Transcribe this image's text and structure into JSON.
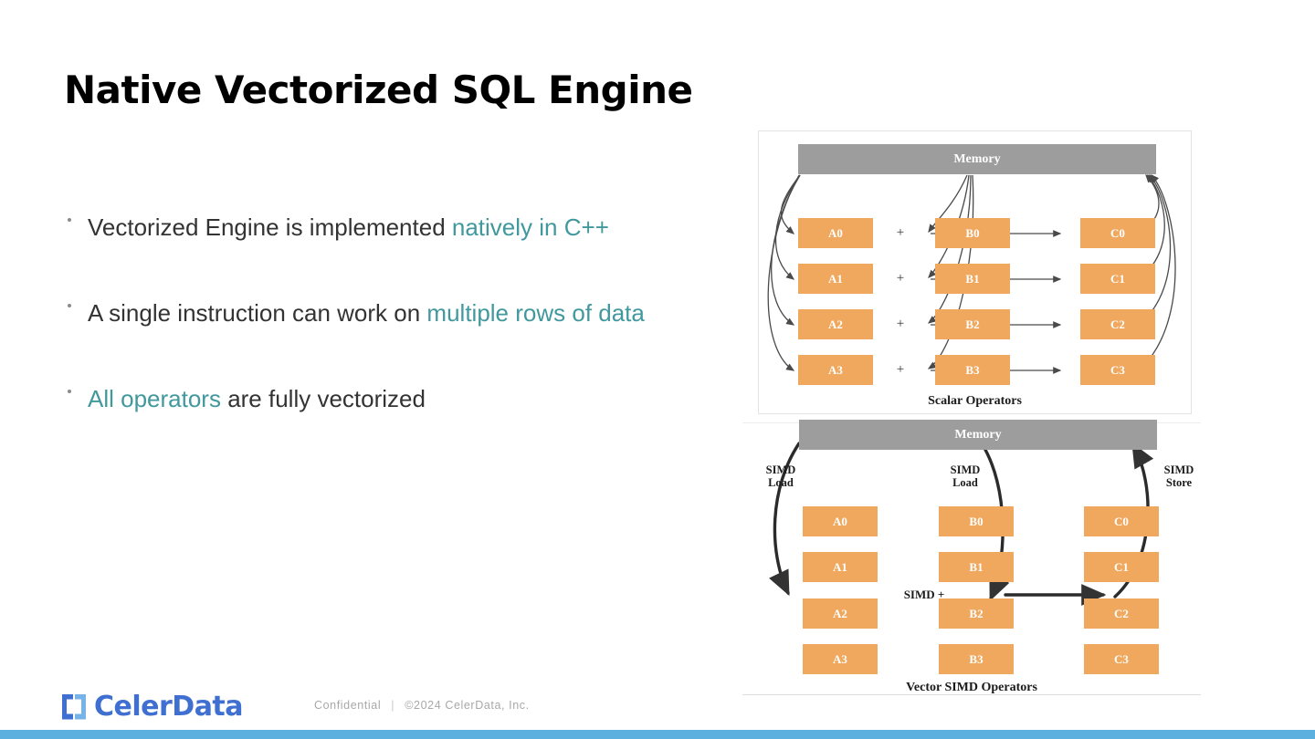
{
  "slide": {
    "title": "Native Vectorized SQL Engine",
    "bullets": [
      {
        "segments": [
          {
            "text": "Vectorized Engine is implemented ",
            "highlight": false
          },
          {
            "text": "natively in C++",
            "highlight": true
          }
        ]
      },
      {
        "segments": [
          {
            "text": "A single instruction can work on ",
            "highlight": false
          },
          {
            "text": "multiple rows of data",
            "highlight": true
          }
        ]
      },
      {
        "segments": [
          {
            "text": "All operators",
            "highlight": true
          },
          {
            "text": " are fully vectorized",
            "highlight": false
          }
        ]
      }
    ]
  },
  "footer": {
    "logo_text": "CelerData",
    "confidential": "Confidential",
    "separator": "|",
    "copyright": "©2024 CelerData, Inc."
  },
  "colors": {
    "highlight_teal": "#41989d",
    "body_text": "#333333",
    "memory_gray": "#9d9d9d",
    "cell_orange": "#efa85e",
    "brand_blue": "#3f6fd0",
    "brand_blue_light": "#76b3e8",
    "bottom_bar_blue": "#5bb0e0"
  },
  "diagrams": [
    {
      "id": "scalar",
      "memory_label": "Memory",
      "caption": "Scalar Operators",
      "operator_symbol": "+",
      "columns": [
        {
          "name": "A",
          "cells": [
            "A0",
            "A1",
            "A2",
            "A3"
          ]
        },
        {
          "name": "B",
          "cells": [
            "B0",
            "B1",
            "B2",
            "B3"
          ]
        },
        {
          "name": "C",
          "cells": [
            "C0",
            "C1",
            "C2",
            "C3"
          ]
        }
      ]
    },
    {
      "id": "simd",
      "memory_label": "Memory",
      "caption": "Vector SIMD Operators",
      "operator_symbol": "SIMD +",
      "load_label_left": "SIMD\nLoad",
      "load_label_mid": "SIMD\nLoad",
      "store_label_right": "SIMD\nStore",
      "columns": [
        {
          "name": "A",
          "cells": [
            "A0",
            "A1",
            "A2",
            "A3"
          ]
        },
        {
          "name": "B",
          "cells": [
            "B0",
            "B1",
            "B2",
            "B3"
          ]
        },
        {
          "name": "C",
          "cells": [
            "C0",
            "C1",
            "C2",
            "C3"
          ]
        }
      ]
    }
  ]
}
